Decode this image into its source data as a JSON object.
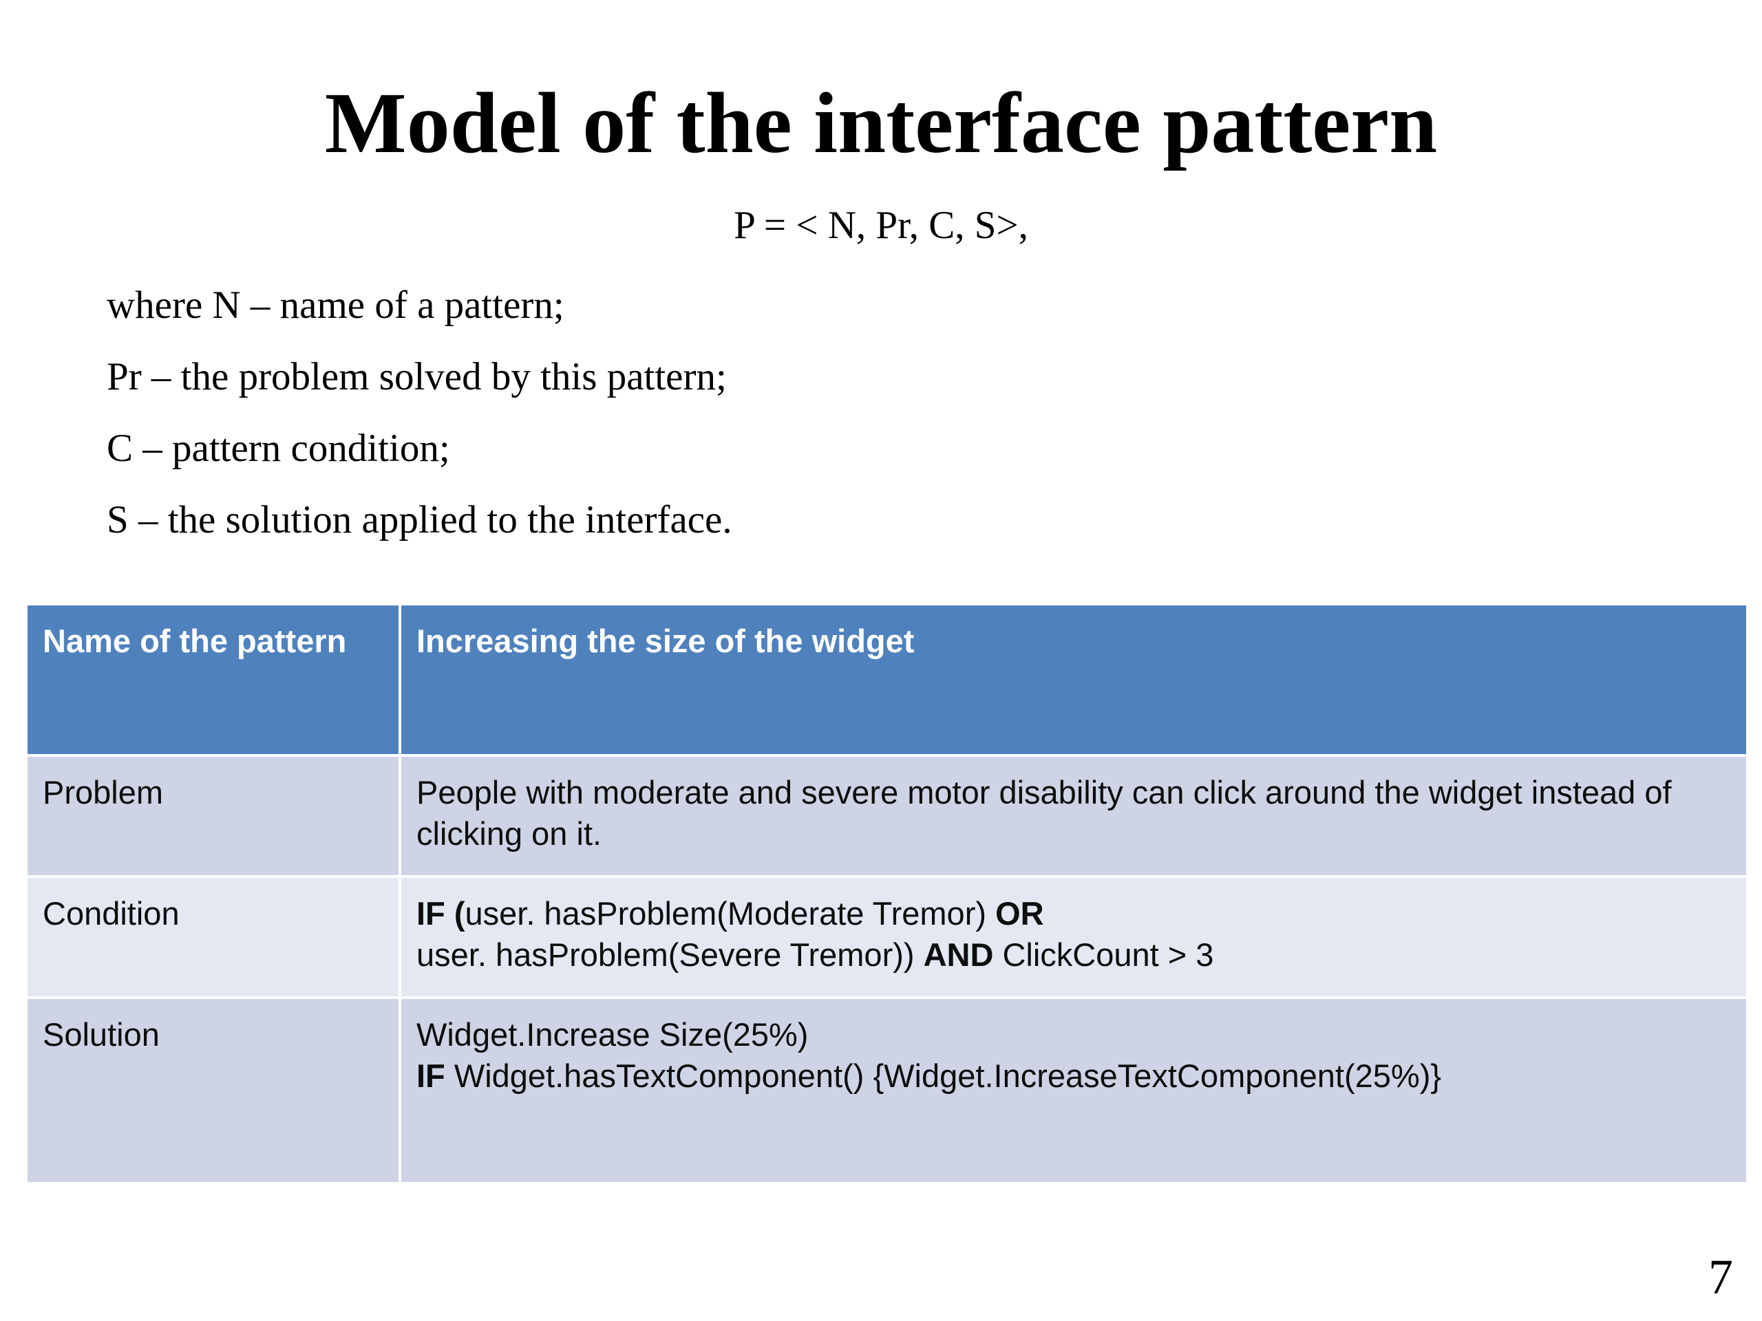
{
  "slide": {
    "title": "Model of the interface pattern",
    "page_number": "7",
    "formula": "P = < N, Pr, C, S>,",
    "definitions": [
      "where N – name of a pattern;",
      "Pr – the problem solved by this pattern;",
      "C – pattern condition;",
      "S – the solution applied to the interface."
    ]
  },
  "table": {
    "header": {
      "name_label": "Name of the pattern",
      "value_label": "Increasing the size of the widget"
    },
    "rows": [
      {
        "name": "Problem",
        "lines": [
          {
            "plain": "People with moderate and severe motor disability can click around the widget instead of clicking on it."
          }
        ]
      },
      {
        "name": "Condition",
        "lines": [
          {
            "bold_1": "IF (",
            "plain_1": "user. hasProblem(Moderate Tremor) ",
            "bold_2": "OR",
            "plain_2": ""
          },
          {
            "plain_1": "user. hasProblem(Severe Tremor)) ",
            "bold_2": "AND",
            "plain_2": " ClickCount > 3"
          }
        ]
      },
      {
        "name": "Solution",
        "lines": [
          {
            "plain_1": "Widget.Increase Size(25%)"
          },
          {
            "bold_1": "IF ",
            "plain_1": "Widget.hasTextComponent() {Widget.IncreaseTextComponent(25%)}"
          }
        ]
      }
    ]
  },
  "colors": {
    "header_blue": "#4f81bd",
    "row_dark": "#ced4e5",
    "row_light": "#e4e8f2",
    "text": "#0d0d0d",
    "background": "#ffffff"
  }
}
